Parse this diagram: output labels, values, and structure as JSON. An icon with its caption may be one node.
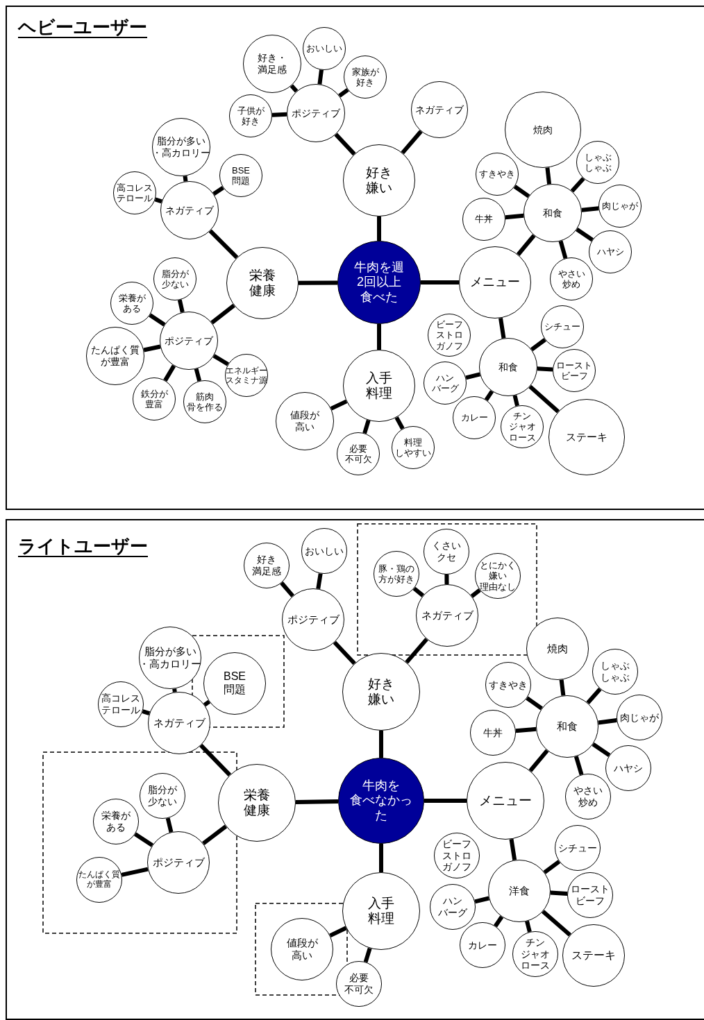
{
  "diagram": {
    "nodes": [
      {
        "text": [
          "ヘビーユーザー"
        ]
      },
      {
        "text": [
          "牛肉を週2回以上食べた"
        ],
        "in": 0
      },
      {
        "text": [
          "好き嫌い"
        ],
        "in": 0
      },
      {
        "text": [
          "ポジティブ"
        ],
        "in": 0
      },
      {
        "text": [
          "好き・満足感"
        ],
        "in": 0
      },
      {
        "text": [
          "おいしい"
        ],
        "in": 0
      },
      {
        "text": [
          "家族が好き"
        ],
        "in": 0
      },
      {
        "text": [
          "子供が好き"
        ],
        "in": 0
      },
      {
        "text": [
          "ネガティブ"
        ],
        "in": 0
      },
      {
        "text": [
          "栄養健康"
        ],
        "in": 0
      },
      {
        "text": [
          "ネガティブ"
        ],
        "in": 0
      },
      {
        "text": [
          "脂分が多い・高カロリー"
        ],
        "in": 0
      },
      {
        "text": [
          "高コレステロール"
        ],
        "in": 0
      },
      {
        "text": [
          "BSE問題"
        ],
        "in": 0
      },
      {
        "text": [
          "ポジティブ"
        ],
        "in": 0
      },
      {
        "text": [
          "脂分が少ない"
        ],
        "in": 0
      },
      {
        "text": [
          "栄養がある"
        ],
        "in": 0
      },
      {
        "text": [
          "たんぱく質が豊富"
        ],
        "in": 0
      },
      {
        "text": [
          "鉄分が豊富"
        ],
        "in": 0
      },
      {
        "text": [
          "筋肉骨を作る"
        ],
        "in": 0
      },
      {
        "text": [
          "エネルギースタミナ源"
        ],
        "in": 0
      },
      {
        "text": [
          "メニュー"
        ],
        "in": 0
      },
      {
        "text": [
          "和食"
        ],
        "in": 0
      },
      {
        "text": [
          "焼肉"
        ],
        "in": 0
      },
      {
        "text": [
          "すきやき"
        ],
        "in": 0
      },
      {
        "text": [
          "しゃぶしゃぶ"
        ],
        "in": 0
      },
      {
        "text": [
          "牛丼"
        ],
        "in": 0
      },
      {
        "text": [
          "肉じゃが"
        ],
        "in": 0
      },
      {
        "text": [
          "ハヤシ"
        ],
        "in": 0
      },
      {
        "text": [
          "やさい炒め"
        ],
        "in": 0
      },
      {
        "text": [
          "和食"
        ],
        "in": 0
      },
      {
        "text": [
          "ビーフストロガノフ"
        ],
        "in": 0
      },
      {
        "text": [
          "シチュー"
        ],
        "in": 0
      },
      {
        "text": [
          "ローストビーフ"
        ],
        "in": 0
      },
      {
        "text": [
          "ハンバーグ"
        ],
        "in": 0
      },
      {
        "text": [
          "カレー"
        ],
        "in": 0
      },
      {
        "text": [
          "チンジャオロース"
        ],
        "in": 0
      },
      {
        "text": [
          "ステーキ"
        ],
        "in": 0
      },
      {
        "text": [
          "入手料理"
        ],
        "in": 0
      },
      {
        "text": [
          "値段が高い"
        ],
        "in": 0
      },
      {
        "text": [
          "必要不可欠"
        ],
        "in": 0
      },
      {
        "text": [
          "料理しやすい"
        ],
        "in": 0
      },
      {
        "text": [
          "ライトユーザー"
        ]
      },
      {
        "text": [
          "牛肉を食べなかった"
        ],
        "in": 42
      },
      {
        "text": [
          "好き嫌い"
        ],
        "in": 42
      },
      {
        "text": [
          "ポジティブ"
        ],
        "in": 42
      },
      {
        "text": [
          "好き満足感"
        ],
        "in": 42
      },
      {
        "text": [
          "おいしい"
        ],
        "in": 42
      },
      {
        "text": [
          "ネガティブ"
        ],
        "in": 42
      },
      {
        "text": [
          "豚・鶏の方が好き"
        ],
        "in": 42
      },
      {
        "text": [
          "くさいクセ"
        ],
        "in": 42
      },
      {
        "text": [
          "とにかく嫌い理由なし"
        ],
        "in": 42
      },
      {
        "text": [
          "栄養健康"
        ],
        "in": 42
      },
      {
        "text": [
          "ネガティブ"
        ],
        "in": 42
      },
      {
        "text": [
          "脂分が多い・高カロリー"
        ],
        "in": 42
      },
      {
        "text": [
          "高コレステロール"
        ],
        "in": 42
      },
      {
        "text": [
          "BSE問題"
        ],
        "in": 42
      },
      {
        "text": [
          "ポジティブ"
        ],
        "in": 42
      },
      {
        "text": [
          "脂分が少ない"
        ],
        "in": 42
      },
      {
        "text": [
          "栄養がある"
        ],
        "in": 42
      },
      {
        "text": [
          "たんぱく質が豊富"
        ],
        "in": 42
      },
      {
        "text": [
          "メニュー"
        ],
        "in": 42
      },
      {
        "text": [
          "和食"
        ],
        "in": 42
      },
      {
        "text": [
          "焼肉"
        ],
        "in": 42
      },
      {
        "text": [
          "すきやき"
        ],
        "in": 42
      },
      {
        "text": [
          "しゃぶしゃぶ"
        ],
        "in": 42
      },
      {
        "text": [
          "牛丼"
        ],
        "in": 42
      },
      {
        "text": [
          "肉じゃが"
        ],
        "in": 42
      },
      {
        "text": [
          "ハヤシ"
        ],
        "in": 42
      },
      {
        "text": [
          "やさい炒め"
        ],
        "in": 42
      },
      {
        "text": [
          "洋食"
        ],
        "in": 42
      },
      {
        "text": [
          "ビーフストロガノフ"
        ],
        "in": 42
      },
      {
        "text": [
          "シチュー"
        ],
        "in": 42
      },
      {
        "text": [
          "ローストビーフ"
        ],
        "in": 42
      },
      {
        "text": [
          "ハンバーグ"
        ],
        "in": 42
      },
      {
        "text": [
          "カレー"
        ],
        "in": 42
      },
      {
        "text": [
          "チンジャオロース"
        ],
        "in": 42
      },
      {
        "text": [
          "ステーキ"
        ],
        "in": 42
      },
      {
        "text": [
          "入手料理"
        ],
        "in": 42
      },
      {
        "text": [
          "値段が高い"
        ],
        "in": 42
      },
      {
        "text": [
          "必要不可欠"
        ],
        "in": 42
      }
    ],
    "edges": [
      {
        "from": 1,
        "to": 2,
        "arrow": "none"
      },
      {
        "from": 2,
        "to": 3,
        "arrow": "none"
      },
      {
        "from": 3,
        "to": 4,
        "arrow": "none"
      },
      {
        "from": 3,
        "to": 5,
        "arrow": "none"
      },
      {
        "from": 3,
        "to": 6,
        "arrow": "none"
      },
      {
        "from": 3,
        "to": 7,
        "arrow": "none"
      },
      {
        "from": 2,
        "to": 8,
        "arrow": "none"
      },
      {
        "from": 1,
        "to": 9,
        "arrow": "none"
      },
      {
        "from": 9,
        "to": 10,
        "arrow": "none"
      },
      {
        "from": 10,
        "to": 11,
        "arrow": "none"
      },
      {
        "from": 10,
        "to": 12,
        "arrow": "none"
      },
      {
        "from": 10,
        "to": 13,
        "arrow": "none"
      },
      {
        "from": 9,
        "to": 14,
        "arrow": "none"
      },
      {
        "from": 14,
        "to": 15,
        "arrow": "none"
      },
      {
        "from": 14,
        "to": 16,
        "arrow": "none"
      },
      {
        "from": 14,
        "to": 17,
        "arrow": "none"
      },
      {
        "from": 14,
        "to": 18,
        "arrow": "none"
      },
      {
        "from": 14,
        "to": 19,
        "arrow": "none"
      },
      {
        "from": 14,
        "to": 20,
        "arrow": "none"
      },
      {
        "from": 1,
        "to": 21,
        "arrow": "none"
      },
      {
        "from": 21,
        "to": 22,
        "arrow": "none"
      },
      {
        "from": 22,
        "to": 23,
        "arrow": "none"
      },
      {
        "from": 22,
        "to": 24,
        "arrow": "none"
      },
      {
        "from": 22,
        "to": 25,
        "arrow": "none"
      },
      {
        "from": 22,
        "to": 26,
        "arrow": "none"
      },
      {
        "from": 22,
        "to": 27,
        "arrow": "none"
      },
      {
        "from": 22,
        "to": 28,
        "arrow": "none"
      },
      {
        "from": 22,
        "to": 29,
        "arrow": "none"
      },
      {
        "from": 21,
        "to": 30,
        "arrow": "none"
      },
      {
        "from": 30,
        "to": 32,
        "arrow": "none"
      },
      {
        "from": 30,
        "to": 33,
        "arrow": "none"
      },
      {
        "from": 30,
        "to": 34,
        "arrow": "none"
      },
      {
        "from": 30,
        "to": 35,
        "arrow": "none"
      },
      {
        "from": 30,
        "to": 36,
        "arrow": "none"
      },
      {
        "from": 30,
        "to": 37,
        "arrow": "none"
      },
      {
        "from": 1,
        "to": 38,
        "arrow": "none"
      },
      {
        "from": 38,
        "to": 39,
        "arrow": "none"
      },
      {
        "from": 38,
        "to": 40,
        "arrow": "none"
      },
      {
        "from": 38,
        "to": 41,
        "arrow": "none"
      },
      {
        "from": 43,
        "to": 44,
        "arrow": "none"
      },
      {
        "from": 44,
        "to": 45,
        "arrow": "none"
      },
      {
        "from": 45,
        "to": 46,
        "arrow": "none"
      },
      {
        "from": 45,
        "to": 47,
        "arrow": "none"
      },
      {
        "from": 44,
        "to": 48,
        "arrow": "none"
      },
      {
        "from": 48,
        "to": 49,
        "arrow": "none"
      },
      {
        "from": 48,
        "to": 50,
        "arrow": "none"
      },
      {
        "from": 48,
        "to": 51,
        "arrow": "none"
      },
      {
        "from": 43,
        "to": 52,
        "arrow": "none"
      },
      {
        "from": 52,
        "to": 53,
        "arrow": "none"
      },
      {
        "from": 53,
        "to": 54,
        "arrow": "none"
      },
      {
        "from": 53,
        "to": 55,
        "arrow": "none"
      },
      {
        "from": 53,
        "to": 56,
        "arrow": "none"
      },
      {
        "from": 52,
        "to": 57,
        "arrow": "none"
      },
      {
        "from": 57,
        "to": 58,
        "arrow": "none"
      },
      {
        "from": 57,
        "to": 59,
        "arrow": "none"
      },
      {
        "from": 57,
        "to": 60,
        "arrow": "none"
      },
      {
        "from": 43,
        "to": 61,
        "arrow": "none"
      },
      {
        "from": 61,
        "to": 62,
        "arrow": "none"
      },
      {
        "from": 62,
        "to": 63,
        "arrow": "none"
      },
      {
        "from": 62,
        "to": 64,
        "arrow": "none"
      },
      {
        "from": 62,
        "to": 65,
        "arrow": "none"
      },
      {
        "from": 62,
        "to": 66,
        "arrow": "none"
      },
      {
        "from": 62,
        "to": 67,
        "arrow": "none"
      },
      {
        "from": 62,
        "to": 68,
        "arrow": "none"
      },
      {
        "from": 62,
        "to": 69,
        "arrow": "none"
      },
      {
        "from": 61,
        "to": 70,
        "arrow": "none"
      },
      {
        "from": 70,
        "to": 72,
        "arrow": "none"
      },
      {
        "from": 70,
        "to": 73,
        "arrow": "none"
      },
      {
        "from": 70,
        "to": 74,
        "arrow": "none"
      },
      {
        "from": 70,
        "to": 75,
        "arrow": "none"
      },
      {
        "from": 70,
        "to": 76,
        "arrow": "none"
      },
      {
        "from": 70,
        "to": 77,
        "arrow": "none"
      },
      {
        "from": 43,
        "to": 78,
        "arrow": "none"
      },
      {
        "from": 78,
        "to": 79,
        "arrow": "none"
      },
      {
        "from": 78,
        "to": 80,
        "arrow": "none"
      }
    ]
  }
}
